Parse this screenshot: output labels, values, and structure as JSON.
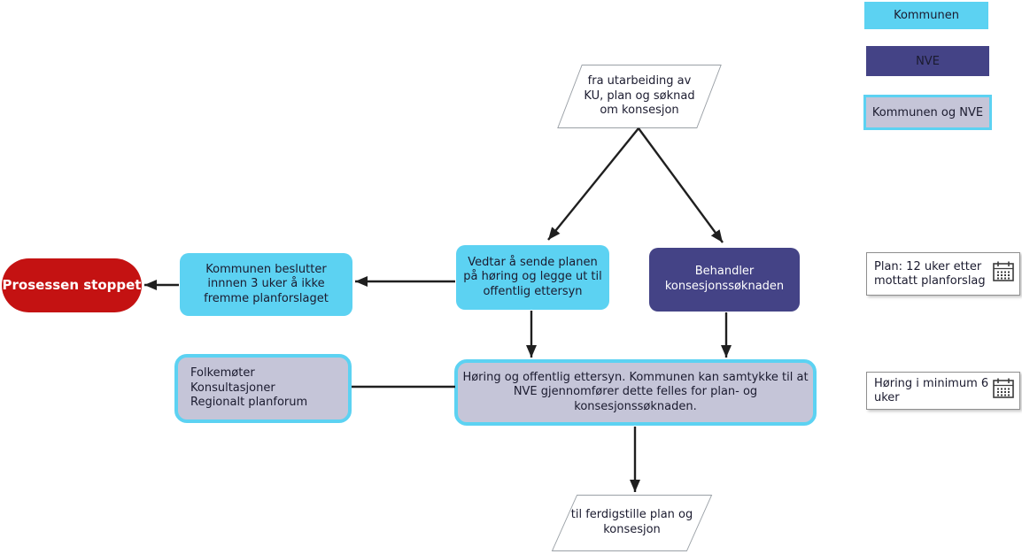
{
  "colors": {
    "kommunen_fill": "#5cd2f2",
    "nve_fill": "#444386",
    "shared_fill": "#c5c5d8",
    "shared_border": "#5cd2f2",
    "stopped_fill": "#c41212",
    "connector": "#1f1f1f"
  },
  "legend": {
    "items": [
      {
        "id": "kommunen",
        "label": "Kommunen"
      },
      {
        "id": "nve",
        "label": "NVE"
      },
      {
        "id": "kommunen-og-nve",
        "label": "Kommunen og NVE"
      }
    ]
  },
  "nodes": {
    "start": {
      "lines": [
        "fra utarbeiding av",
        "KU, plan og søknad",
        "om konsesjon"
      ]
    },
    "vedtar_horing": {
      "text": "Vedtar å sende planen på høring og legge ut til offentlig ettersyn"
    },
    "behandler_soknad": {
      "text": "Behandler konsesjonssøknaden"
    },
    "beslutter_ikke_fremme": {
      "text": "Kommunen beslutter innnen 3 uker å ikke fremme planforslaget"
    },
    "prosessen_stoppet": {
      "text": "Prosessen stoppet"
    },
    "medvirkning": {
      "lines": [
        "Folkemøter",
        "Konsultasjoner",
        "Regionalt planforum"
      ]
    },
    "horing_offentlig_ettersyn": {
      "text": "Høring og offentlig ettersyn. Kommunen kan samtykke til at NVE gjennomfører dette felles for plan- og konsesjonssøknaden."
    },
    "end": {
      "lines": [
        "til ferdigstille plan og",
        "konsesjon"
      ]
    }
  },
  "annotations": [
    {
      "text": "Plan: 12 uker etter mottatt planforslag",
      "icon": "calendar"
    },
    {
      "text": "Høring i minimum 6 uker",
      "icon": "calendar"
    }
  ]
}
